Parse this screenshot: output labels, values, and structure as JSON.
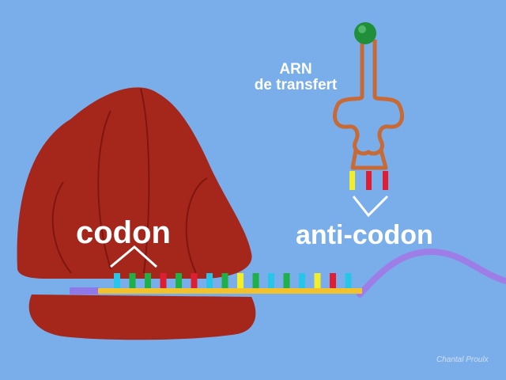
{
  "colors": {
    "background": "#7aaeea",
    "ribosome": "#a5271c",
    "ribosome_shade": "#7e160f",
    "trna": "#c86a35",
    "amino_acid": "#1f8f3a",
    "mrna": "#f2c22e",
    "mrna_tail": "#9d7ee6",
    "mrna_start": "#8f78e8",
    "label": "#ffffff"
  },
  "labels": {
    "trna_line1": "ARN",
    "trna_line2": "de transfert",
    "codon": "codon",
    "anticodon": "anti-codon",
    "credit": "Chantal Proulx"
  },
  "mrna_bases": [
    "cyan",
    "green",
    "green",
    "red",
    "green",
    "red",
    "cyan",
    "green",
    "yellow",
    "green",
    "cyan",
    "green",
    "cyan",
    "yellow",
    "red",
    "cyan"
  ],
  "anticodon_bases": [
    "yellow",
    "red",
    "red"
  ],
  "base_colors": {
    "cyan": "#27c6e8",
    "green": "#1fb048",
    "red": "#e01e33",
    "yellow": "#f3ee2a"
  }
}
